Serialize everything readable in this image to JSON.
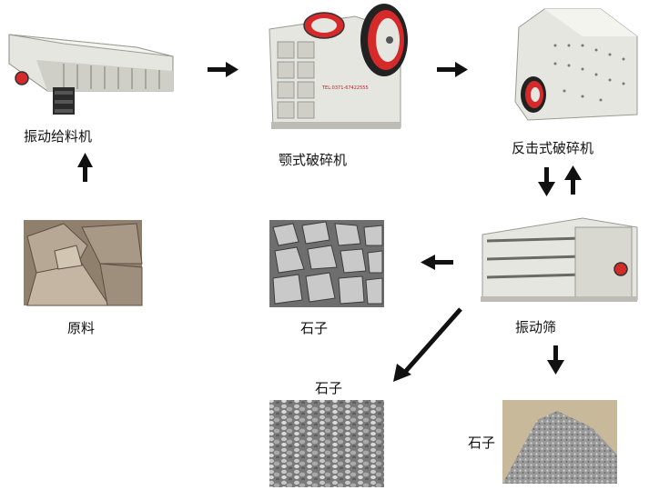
{
  "labels": {
    "feeder": "振动给料机",
    "jaw_crusher": "颚式破碎机",
    "impact_crusher": "反击式破碎机",
    "screen": "振动筛",
    "raw_material": "原料",
    "stone_1": "石子",
    "stone_2": "石子",
    "stone_3": "石子"
  },
  "nameplate": "TEL:0371-67422555",
  "colors": {
    "machine_body": "#e6e6e0",
    "machine_shadow": "#b9b9b2",
    "flywheel_red": "#d42a2a",
    "arrow": "#111111",
    "rock_brown": "#9a8a78",
    "gravel_gray": "#8e8e8e"
  }
}
